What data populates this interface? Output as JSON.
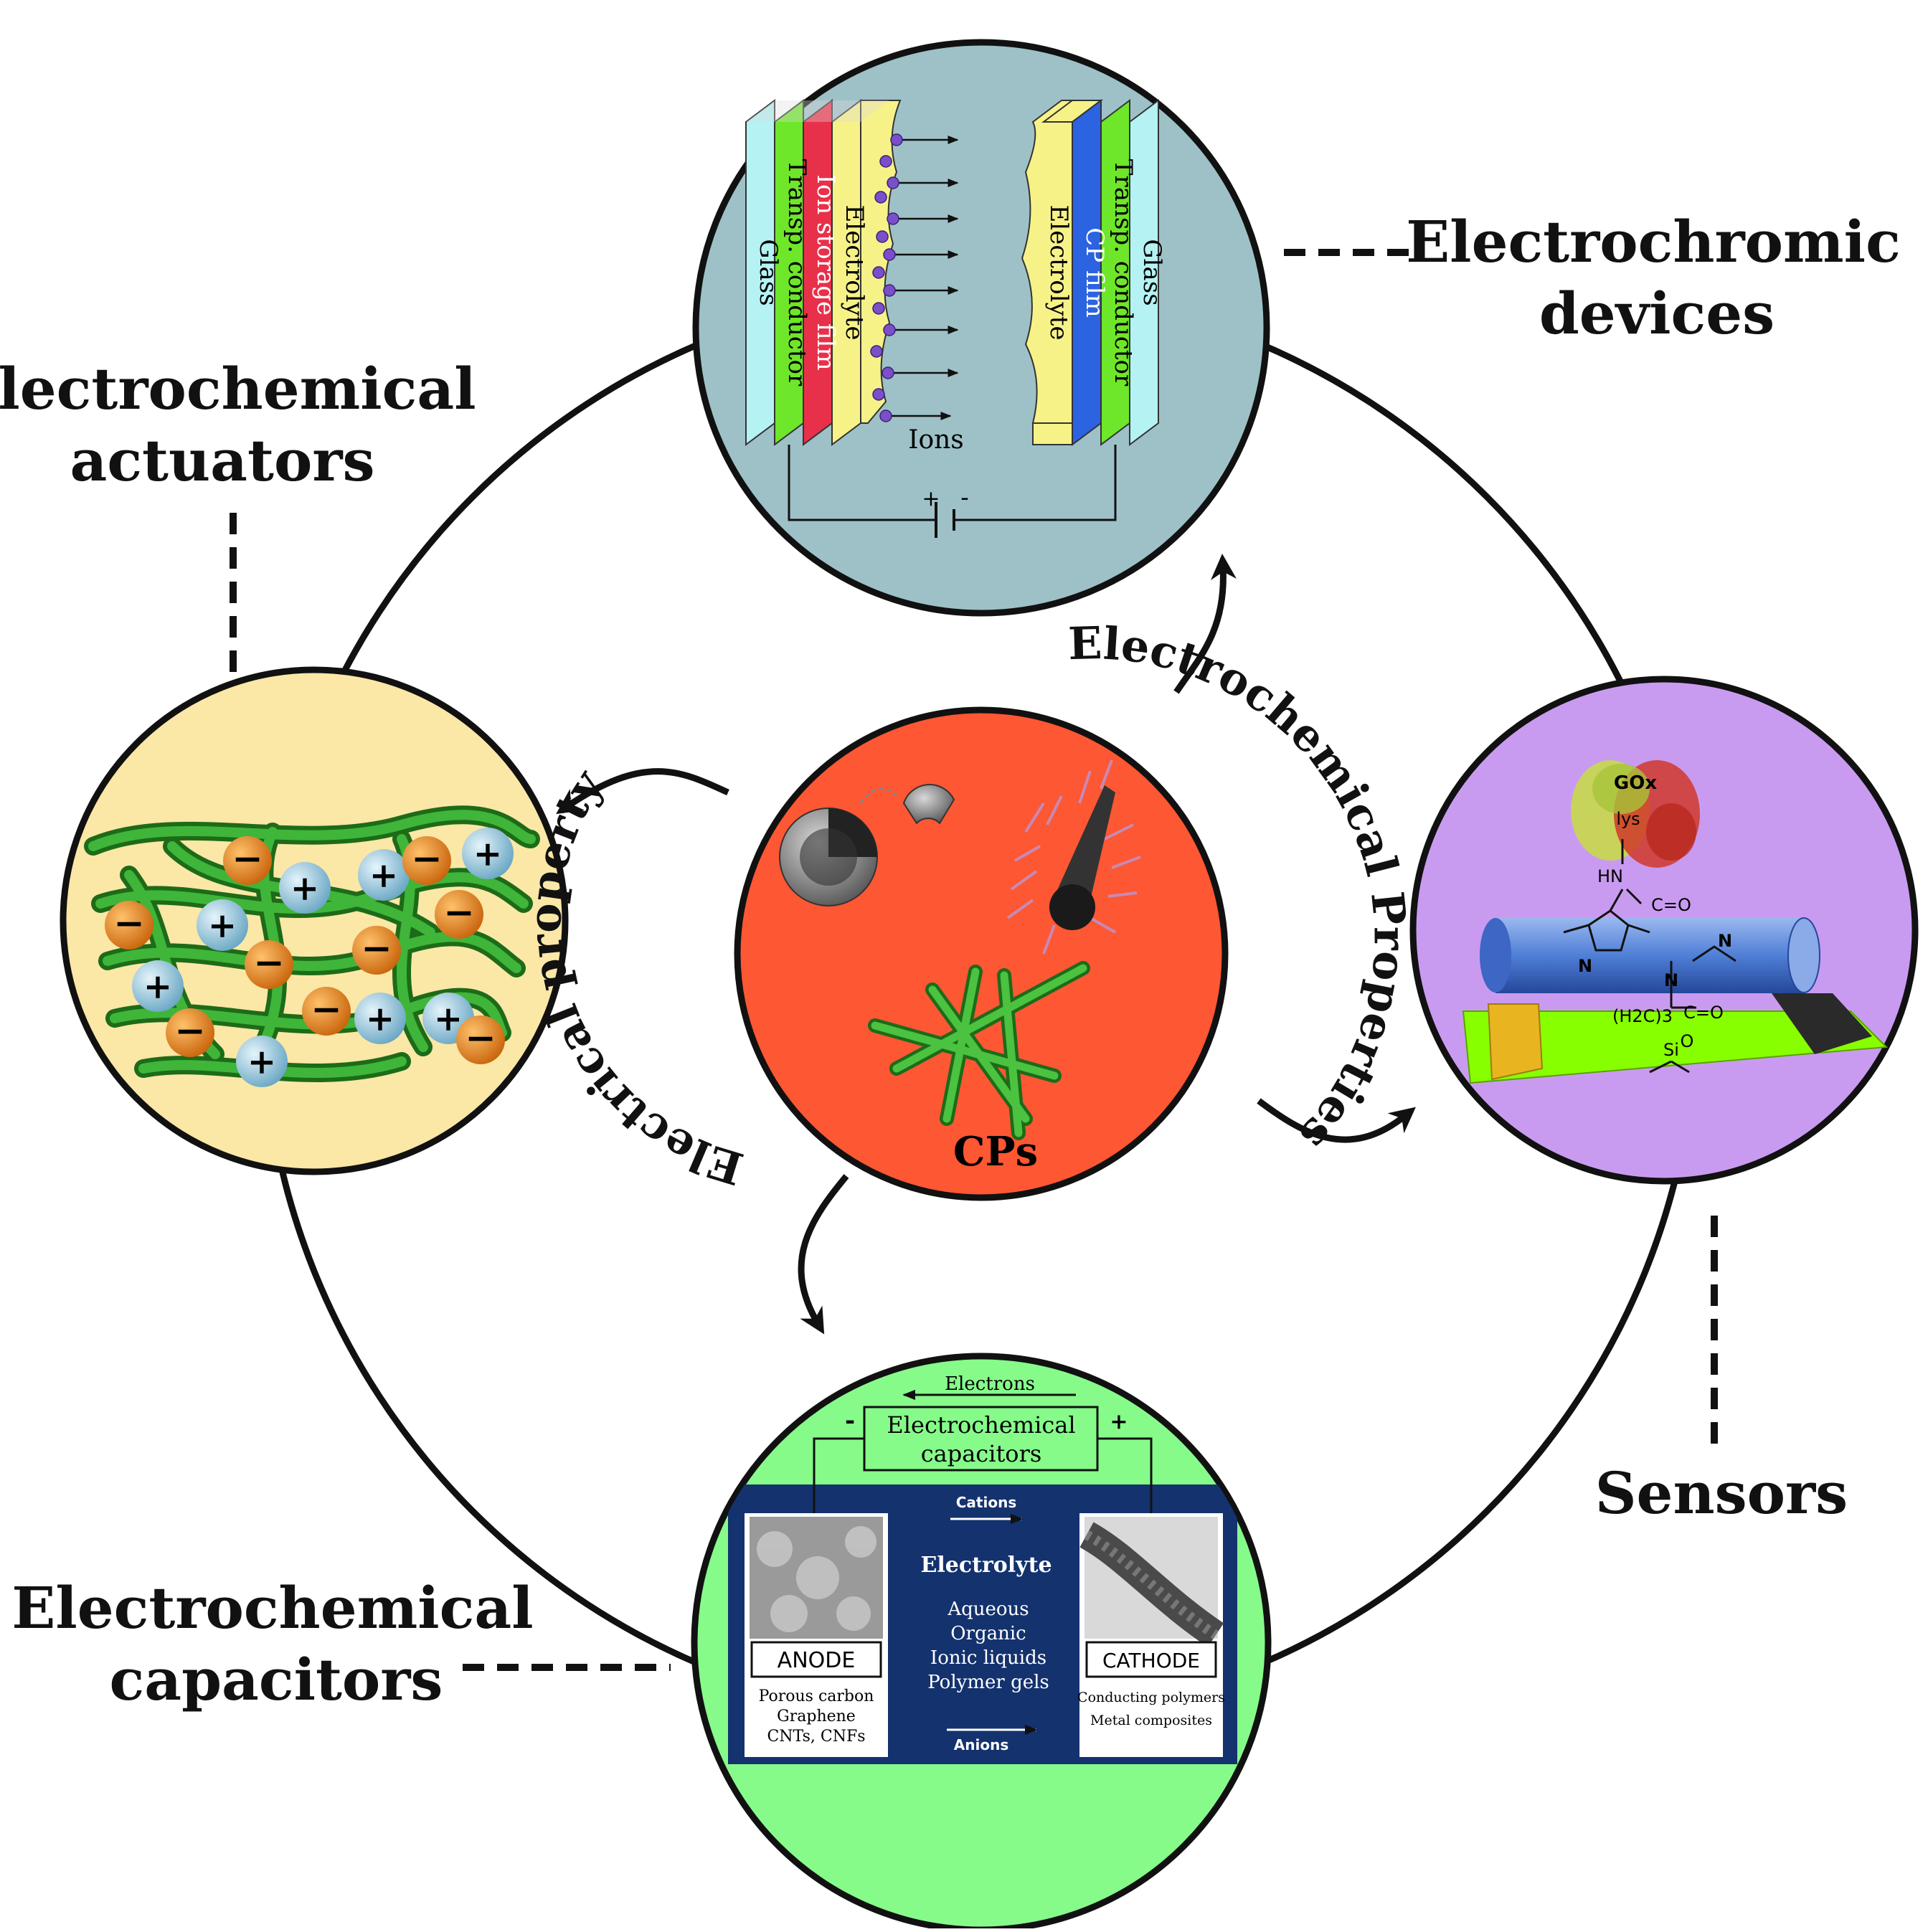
{
  "labels": {
    "electrochromic_line1": "Electrochromic",
    "electrochromic_line2": "devices",
    "actuators_line1": "Electrochemical",
    "actuators_line2": "actuators",
    "capacitors_line1": "Electrochemical",
    "capacitors_line2": "capacitors",
    "sensors": "Sensors"
  },
  "center": {
    "title": "CPs",
    "arc_left": "Electrical property",
    "arc_right": "Electrochemical Properties"
  },
  "electrochromic": {
    "layers_left": [
      "Glass",
      "Transp. conductor",
      "Ion storage film",
      "Electrolyte"
    ],
    "layers_right": [
      "Electrolyte",
      "CP film",
      "Transp. conductor",
      "Glass"
    ],
    "ions_label": "Ions",
    "battery_plus": "+",
    "battery_minus": "-"
  },
  "sensor": {
    "gox": "GOx",
    "lys": "lys",
    "hn": "HN",
    "co1": "C=O",
    "n1": "N",
    "n2": "N",
    "n3": "N",
    "h2c": "(H2C)3",
    "co2": "C=O",
    "o": "O",
    "si": "Si"
  },
  "capacitor": {
    "electrons": "Electrons",
    "box_line1": "Electrochemical",
    "box_line2": "capacitors",
    "minus": "-",
    "plus": "+",
    "cations": "Cations",
    "electrolyte": "Electrolyte",
    "electrolyte_types": [
      "Aqueous",
      "Organic",
      "Ionic liquids",
      "Polymer gels"
    ],
    "anode": "ANODE",
    "cathode": "CATHODE",
    "anode_materials": [
      "Porous carbon",
      "Graphene",
      "CNTs, CNFs"
    ],
    "cathode_materials": [
      "Conducting polymers",
      "Metal composites"
    ],
    "anions": "Anions"
  },
  "colors": {
    "top_circle": "#9ec1c7",
    "left_circle": "#fbe7a6",
    "right_circle": "#c99bf0",
    "bottom_circle": "#86fb8a",
    "center_circle": "#fd5733",
    "capacitor_panel": "#13326e"
  }
}
